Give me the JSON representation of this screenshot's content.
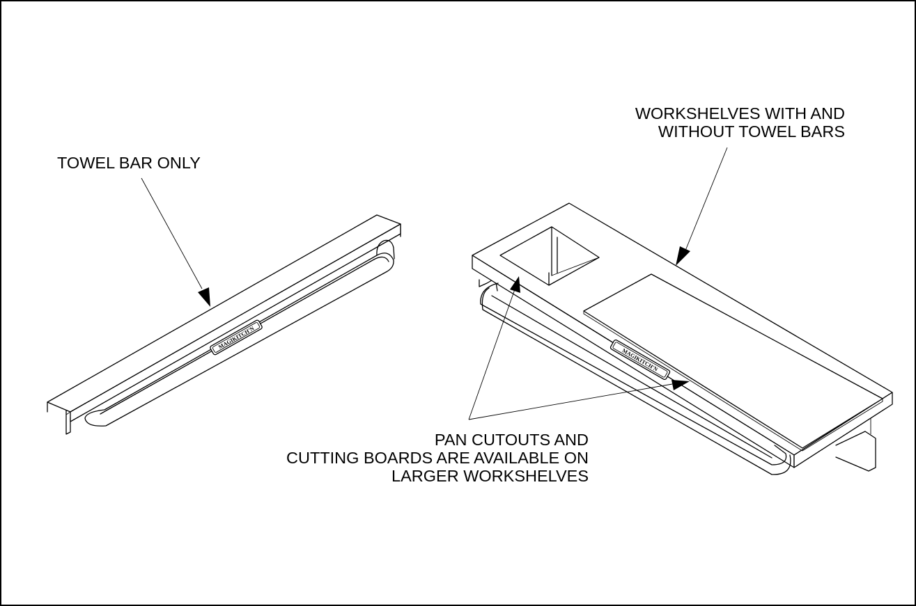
{
  "labels": {
    "towel_bar_only": "TOWEL BAR ONLY",
    "workshelves_line1": "WORKSHELVES WITH AND",
    "workshelves_line2": "WITHOUT TOWEL BARS",
    "pan_line1": "PAN CUTOUTS AND",
    "pan_line2": "CUTTING BOARDS ARE AVAILABLE ON",
    "pan_line3": "LARGER WORKSHELVES"
  },
  "logo_text": "MAGIKITCH'N"
}
